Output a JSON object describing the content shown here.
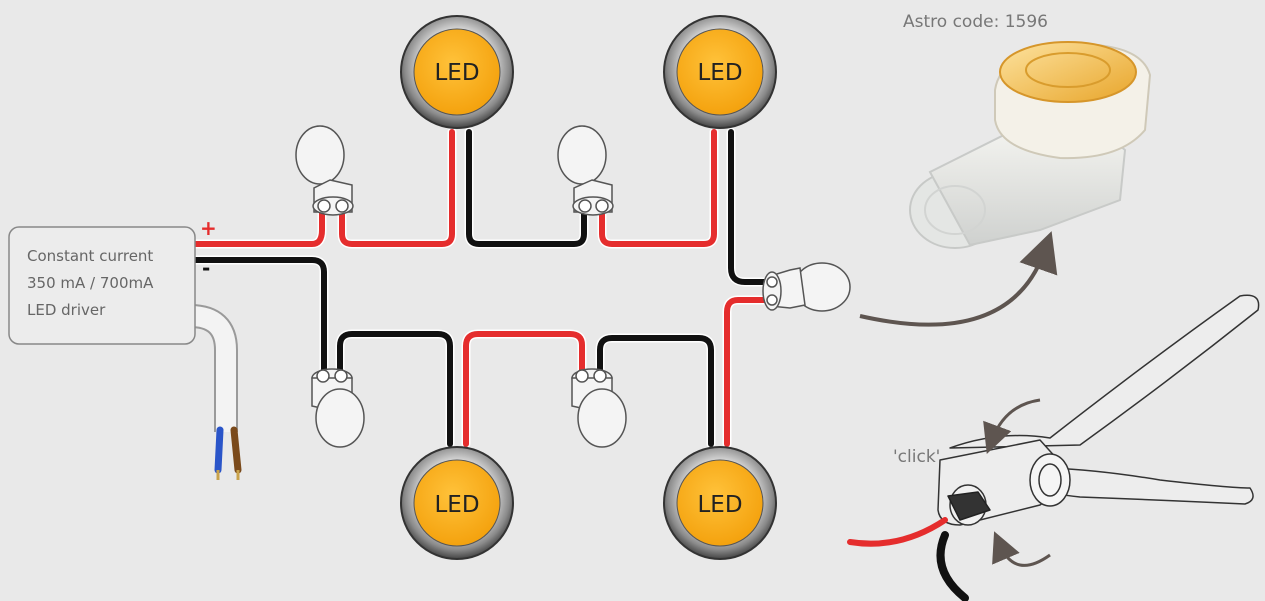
{
  "driver": {
    "lines": [
      "Constant current",
      "350 mA / 700mA",
      "LED driver"
    ],
    "plus": "+",
    "minus": "-"
  },
  "leds": [
    {
      "label": "LED"
    },
    {
      "label": "LED"
    },
    {
      "label": "LED"
    },
    {
      "label": "LED"
    }
  ],
  "connector": {
    "code_label": "Astro code: 1596"
  },
  "crimp": {
    "click_label": "'click'"
  },
  "colors": {
    "background": "#e9e9e9",
    "wire_red": "#e52d2d",
    "wire_black": "#111111",
    "led_fill": "#f7a81b",
    "arrow": "#5e5550"
  }
}
